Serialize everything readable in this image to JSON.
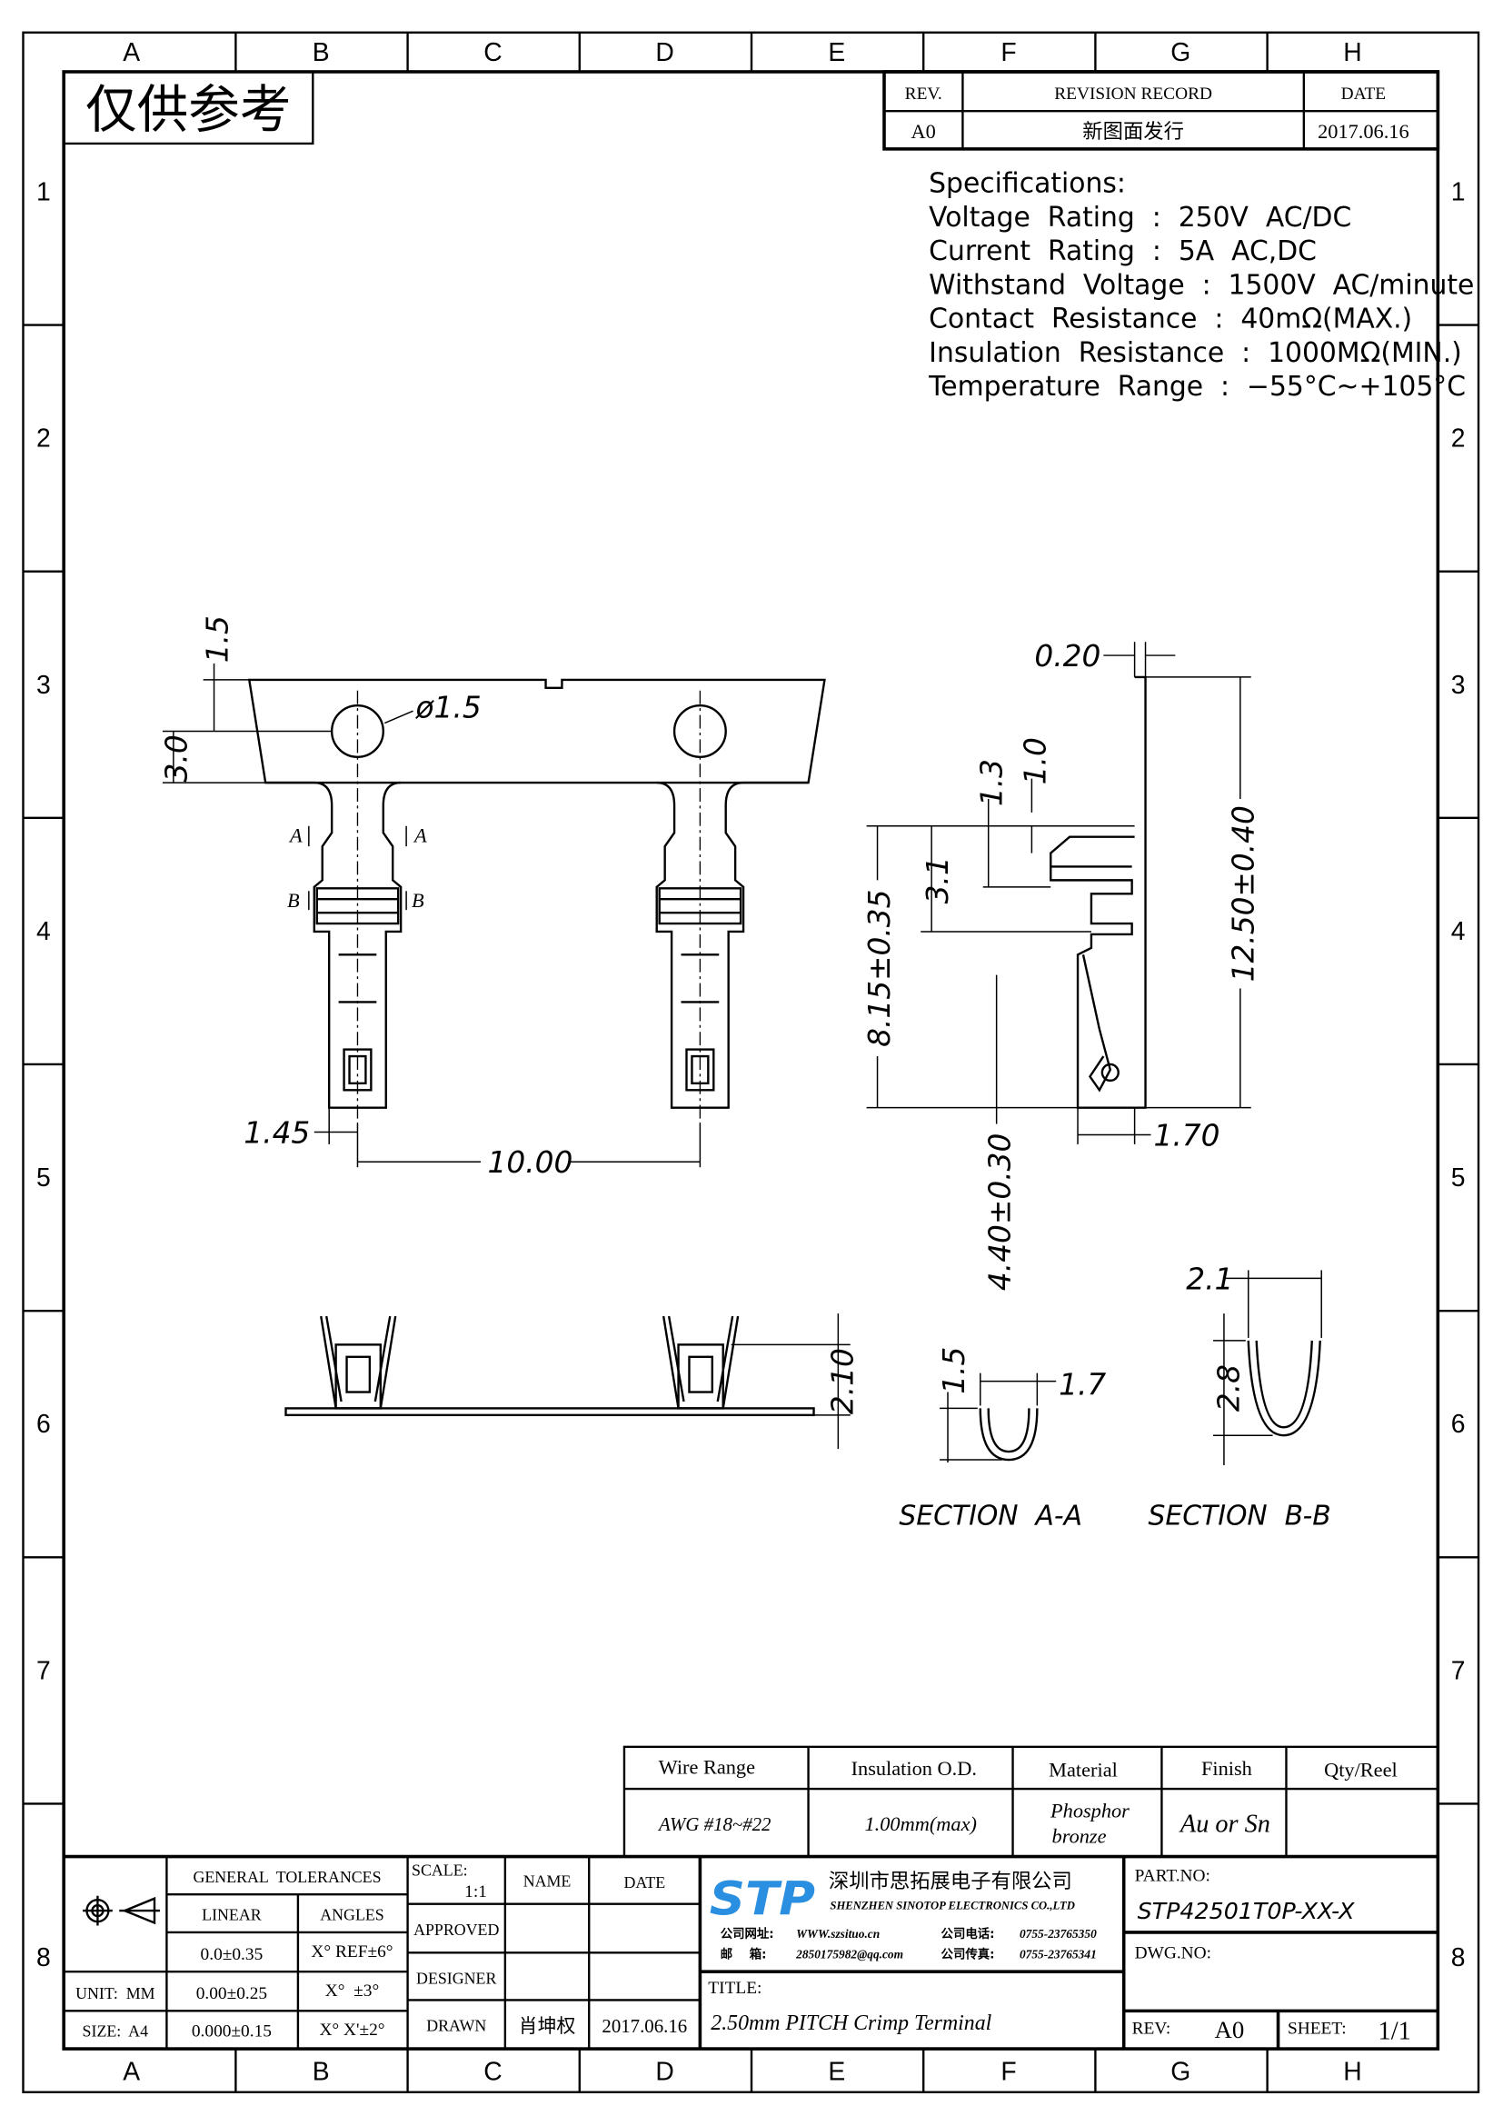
{
  "stamp": "仅供参考",
  "grid": {
    "columns": [
      "A",
      "B",
      "C",
      "D",
      "E",
      "F",
      "G",
      "H"
    ],
    "rows": [
      "1",
      "2",
      "3",
      "4",
      "5",
      "6",
      "7",
      "8"
    ]
  },
  "revision": {
    "headers": [
      "REV.",
      "REVISION RECORD",
      "DATE"
    ],
    "rev": "A0",
    "record": "新图面发行",
    "date": "2017.06.16"
  },
  "specifications": {
    "title": "Specifications:",
    "lines": [
      "Voltage  Rating  :  250V  AC/DC",
      "Current  Rating  :  5A  AC,DC",
      "Withstand  Voltage  :  1500V  AC/minute",
      "Contact  Resistance  :  40mΩ(MAX.)",
      "Insulation  Resistance  :  1000MΩ(MIN.)",
      "Temperature  Range  :  −55°C~+105°C"
    ]
  },
  "dimensions": {
    "front": {
      "d1": "1.5",
      "d2": "3.0",
      "hole": "ø1.5",
      "d3": "1.45",
      "pitch": "10.00",
      "secA": "A",
      "secB": "B"
    },
    "side": {
      "thk": "0.20",
      "d1": "1.3",
      "d2": "1.0",
      "d3": "3.1",
      "h1": "8.15±0.35",
      "h2": "12.50±0.40",
      "w": "1.70",
      "d4": "4.40±0.30"
    },
    "bottom": {
      "h": "2.10"
    },
    "section_aa": {
      "label": "SECTION  A-A",
      "h": "1.5",
      "w": "1.7"
    },
    "section_bb": {
      "label": "SECTION  B-B",
      "h": "2.8",
      "w": "2.1"
    }
  },
  "product_table": {
    "headers": [
      "Wire Range",
      "Insulation O.D.",
      "Material",
      "Finish",
      "Qty/Reel"
    ],
    "values": [
      "AWG #18~#22",
      "1.00mm(max)",
      "Phosphor",
      "bronze",
      "Au or Sn",
      ""
    ]
  },
  "title_block": {
    "general_tolerances": "GENERAL  TOLERANCES",
    "linear": "LINEAR",
    "angles": "ANGLES",
    "tol_rows": [
      {
        "linear": "0.0±0.35",
        "angle": "X° REF±6°"
      },
      {
        "linear": "0.00±0.25",
        "angle": "X°  ±3°"
      },
      {
        "linear": "0.000±0.15",
        "angle": "X° X'±2°"
      }
    ],
    "unit": "UNIT:  MM",
    "size": "SIZE:  A4",
    "scale_label": "SCALE:",
    "scale": "1:1",
    "name": "NAME",
    "date": "DATE",
    "approved": "APPROVED",
    "designer": "DESIGNER",
    "drawn": "DRAWN",
    "drawn_name": "肖坤权",
    "drawn_date": "2017.06.16",
    "company_logo": "STP",
    "company_cn": "深圳市思拓展电子有限公司",
    "company_en": "SHENZHEN SINOTOP ELECTRONICS CO.,LTD",
    "web_label": "公司网址:",
    "web": "WWW.szsituo.cn",
    "phone_label": "公司电话:",
    "phone": "0755-23765350",
    "email_label": "邮    箱:",
    "email": "2850175982@qq.com",
    "fax_label": "公司传真:",
    "fax": "0755-23765341",
    "title_label": "TITLE:",
    "title": "2.50mm PITCH Crimp Terminal",
    "part_no_label": "PART.NO:",
    "part_no": "STP42501T0P-XX-X",
    "dwg_no_label": "DWG.NO:",
    "rev_label": "REV:",
    "rev": "A0",
    "sheet_label": "SHEET:",
    "sheet": "1/1",
    "logo_color": "#2a8fe0"
  }
}
